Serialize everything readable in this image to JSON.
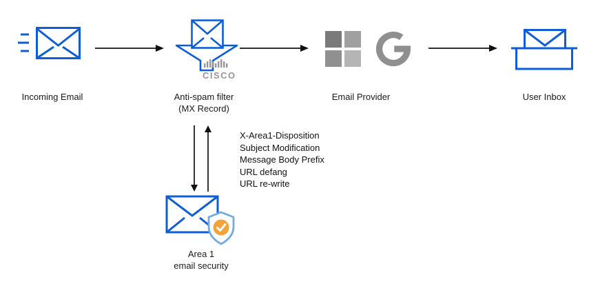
{
  "nodes": {
    "incoming_email": {
      "label": "Incoming Email"
    },
    "anti_spam": {
      "label_line1": "Anti-spam filter",
      "label_line2": "(MX Record)",
      "vendor_logo": "CISCO"
    },
    "email_provider": {
      "label": "Email Provider"
    },
    "user_inbox": {
      "label": "User Inbox"
    },
    "area1": {
      "label_line1": "Area 1",
      "label_line2": "email security"
    }
  },
  "annotations": {
    "lines": [
      "X-Area1-Disposition",
      "Subject Modification",
      "Message Body Prefix",
      "URL defang",
      "URL re-write"
    ]
  },
  "colors": {
    "envelope_blue": "#0d5dd7",
    "logo_gray": "#97979b",
    "microsoft_grays": [
      "#7a7a7a",
      "#a0a0a0",
      "#909090",
      "#b5b5b5"
    ],
    "google_gray": "#8f8f8f",
    "shield_blue": "#74a9e0",
    "check_amber": "#f2a33c",
    "arrow_black": "#111111"
  }
}
